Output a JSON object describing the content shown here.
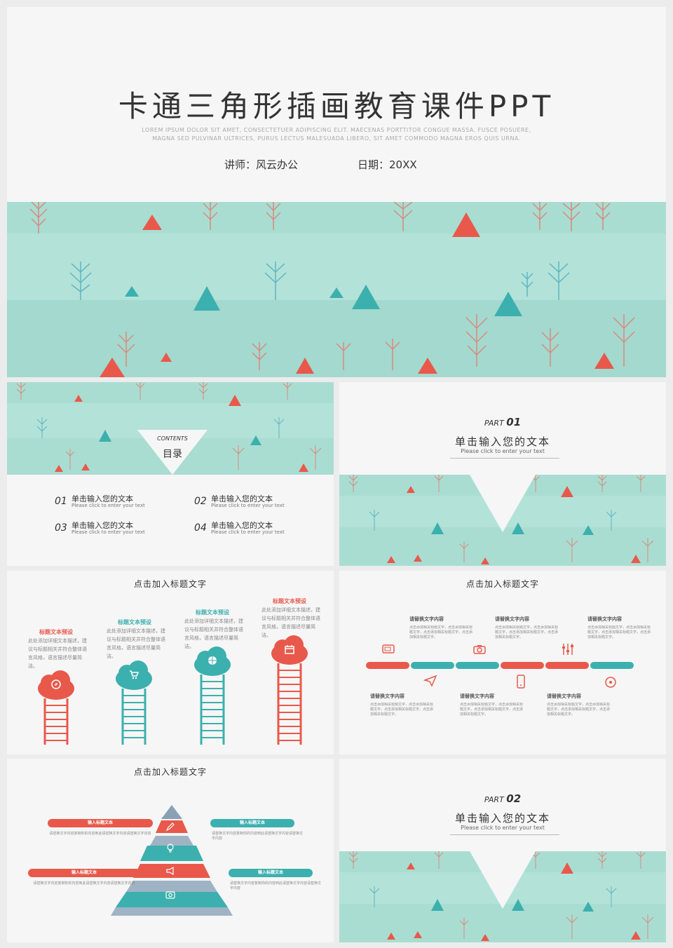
{
  "colors": {
    "red": "#e8594b",
    "teal": "#3cb0ae",
    "mint": "#a9ddd2",
    "bg": "#f6f6f6"
  },
  "cover": {
    "title": "卡通三角形插画教育课件PPT",
    "lorem_line1": "LOREM IPSUM DOLOR SIT AMET, CONSECTETUER ADIPISCING ELIT. MAECENAS PORTTITOR CONGUE MASSA. FUSCE POSUERE,",
    "lorem_line2": "MAGNA SED PULVINAR ULTRICES, PURUS LECTUS MALESUADA LIBERO, SIT AMET COMMODO MAGNA EROS QUIS URNA.",
    "lecturer": "讲师：风云办公",
    "date": "日期：20XX"
  },
  "contents": {
    "label_en": "CONTENTS",
    "label_cn": "目录",
    "items": [
      {
        "num": "01",
        "title": "单击输入您的文本",
        "sub": "Please click to enter your text"
      },
      {
        "num": "02",
        "title": "单击输入您的文本",
        "sub": "Please click to enter your text"
      },
      {
        "num": "03",
        "title": "单击输入您的文本",
        "sub": "Please click to enter your text"
      },
      {
        "num": "04",
        "title": "单击输入您的文本",
        "sub": "Please click to enter your text"
      }
    ]
  },
  "part1": {
    "part": "PART",
    "num": "01",
    "title": "单击输入您的文本",
    "sub": "Please click to enter your text"
  },
  "part2": {
    "part": "PART",
    "num": "02",
    "title": "单击输入您的文本",
    "sub": "Please click to enter your text"
  },
  "ladders": {
    "heading": "点击加入标题文字",
    "items": [
      {
        "caption": "标题文本预设",
        "text": "此处添加详细文本描述，建议与标题相关并符合整体语言风格，语言描述尽量简洁。",
        "color": "red",
        "icon": "compass-icon"
      },
      {
        "caption": "标题文本预设",
        "text": "此处添加详细文本描述，建议与标题相关并符合整体语言风格，语言描述尽量简洁。",
        "color": "teal",
        "icon": "cart-icon"
      },
      {
        "caption": "标题文本预设",
        "text": "此处添加详细文本描述，建议与标题相关并符合整体语言风格，语言描述尽量简洁。",
        "color": "teal",
        "icon": "basketball-icon"
      },
      {
        "caption": "标题文本预设",
        "text": "此处添加详细文本描述，建议与标题相关并符合整体语言风格，语言描述尽量简洁。",
        "color": "red",
        "icon": "calendar-icon"
      }
    ]
  },
  "timeline": {
    "heading": "点击加入标题文字",
    "top": [
      {
        "title": "请替换文字内容",
        "text": "点击添加相关标题文字，点击添加相关标题文字，点击添加相关标题文字，点击添加相关标题文字。"
      },
      {
        "title": "请替换文字内容",
        "text": "点击添加相关标题文字，点击添加相关标题文字，点击添加相关标题文字，点击添加相关标题文字。"
      },
      {
        "title": "请替换文字内容",
        "text": "点击添加相关标题文字，点击添加相关标题文字，点击添加相关标题文字，点击添加相关标题文字。"
      }
    ],
    "bottom": [
      {
        "title": "请替换文字内容",
        "text": "点击添加相关标题文字，点击添加相关标题文字，点击添加相关标题文字，点击添加相关标题文字。"
      },
      {
        "title": "请替换文字内容",
        "text": "点击添加相关标题文字，点击添加相关标题文字，点击添加相关标题文字，点击添加相关标题文字。"
      },
      {
        "title": "请替换文字内容",
        "text": "点击添加相关标题文字，点击添加相关标题文字，点击添加相关标题文字，点击添加相关标题文字。"
      }
    ]
  },
  "pyramid": {
    "heading": "点击加入标题文字",
    "labels": [
      {
        "title": "输入标题文本",
        "text": "请替换文字内容复制你的内容到此请替换文字内容请替换文字内容"
      },
      {
        "title": "输入标题文本",
        "text": "请替换文字内容复制你的内容到此请替换文字内容请替换文字内容"
      },
      {
        "title": "输入标题文本",
        "text": "请替换文字内容复制你的内容到此请替换文字内容请替换文字内容"
      },
      {
        "title": "输入标题文本",
        "text": "请替换文字内容复制你的内容到此请替换文字内容请替换文字内容"
      }
    ]
  }
}
